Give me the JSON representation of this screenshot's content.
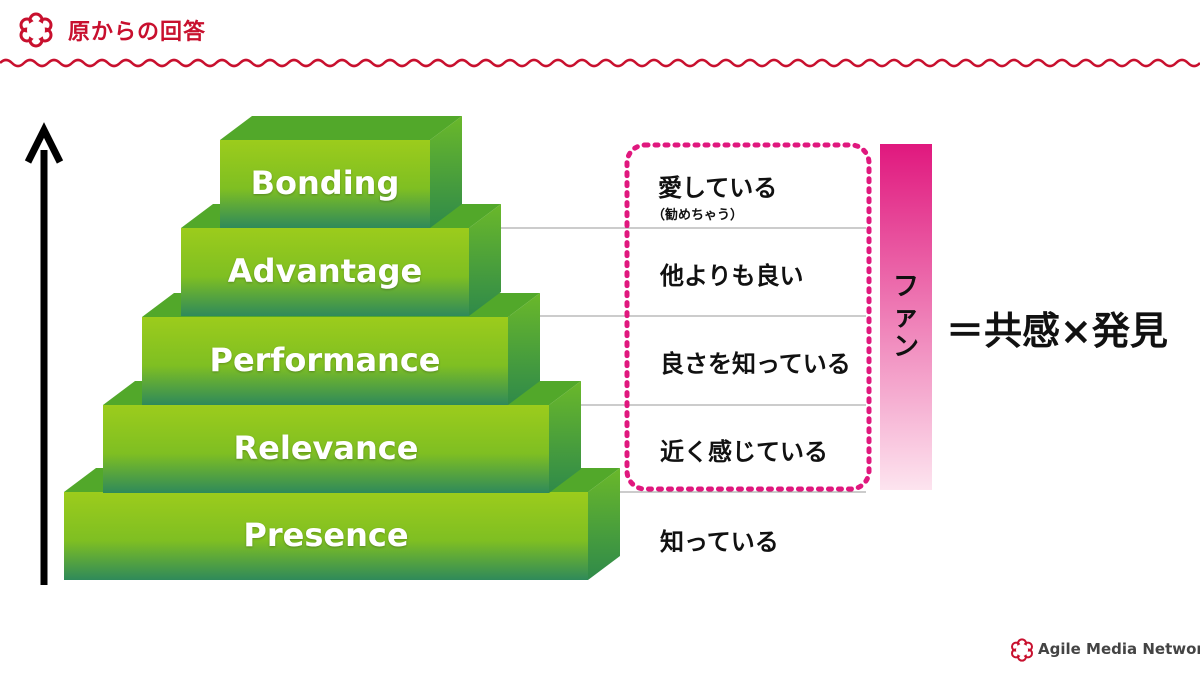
{
  "header": {
    "title": "原からの回答"
  },
  "colors": {
    "accent": "#c8102e",
    "block_top": "#5fb020",
    "block_front_top": "#9ac81e",
    "block_front_bottom": "#2e8b57",
    "block_side": "#3a9a3a",
    "fan_bar_top": "#e01880",
    "fan_bar_bottom": "#fbd8e8",
    "dotted_box": "#e01880"
  },
  "pyramid": {
    "levels": [
      {
        "label": "Presence",
        "description": "知っている"
      },
      {
        "label": "Relevance",
        "description": "近く感じている"
      },
      {
        "label": "Performance",
        "description": "良さを知っている"
      },
      {
        "label": "Advantage",
        "description": "他よりも良い"
      },
      {
        "label": "Bonding",
        "description": "愛している",
        "sub": "（勧めちゃう）"
      }
    ],
    "arrow_icon": "up-arrow-icon"
  },
  "fan": {
    "label": "ファン"
  },
  "formula": "＝共感×発見",
  "footer": {
    "brand": "Agile Media Network",
    "icon": "flower-logo-icon"
  }
}
